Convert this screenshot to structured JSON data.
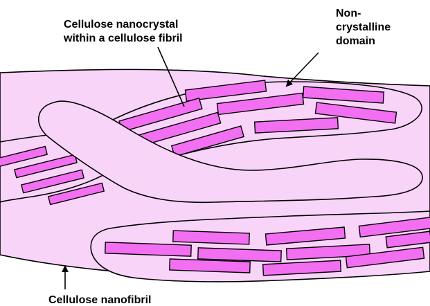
{
  "labels": {
    "nanocrystal": {
      "line1": "Cellulose nanocrystal",
      "line2": "within a cellulose fibril"
    },
    "noncrystalline": {
      "line1": "Non-",
      "line2": "crystalline",
      "line3": "domain"
    },
    "nanofibril": "Cellulose nanofibril"
  },
  "colors": {
    "fibril_fill": "#f9d4f9",
    "nanocrystal_fill": "#f26ff2",
    "outline": "#000000"
  }
}
